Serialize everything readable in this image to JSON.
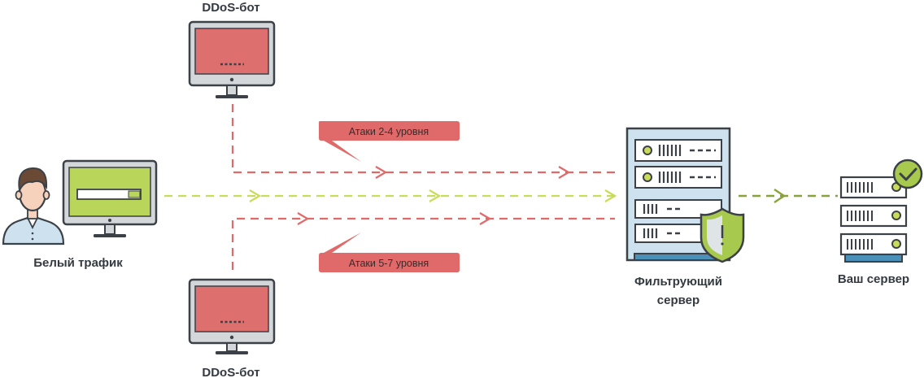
{
  "labels": {
    "bot_top": "DDoS-бот",
    "bot_bottom": "DDoS-бот",
    "white_traffic": "Белый трафик",
    "filter_line1": "Фильтрующий",
    "filter_line2": "сервер",
    "your_server": "Ваш сервер"
  },
  "bubbles": {
    "top": "Атаки 2-4 уровня",
    "bottom": "Атаки 5-7 уровня"
  },
  "colors": {
    "attack": "#e06a6a",
    "clean": "#c9dc5a",
    "clean_dark": "#8aa23a",
    "screen_red": "#de6f6f",
    "screen_green": "#b9d55a",
    "monitor_body": "#d3d7da",
    "server_body": "#cde2ee",
    "server_dark": "#414a52",
    "shield": "#a6c94e",
    "check": "#a6c94e",
    "blue_base": "#4b90b8"
  },
  "icons": {
    "ddos_bot": "monitor-icon",
    "user": "user-avatar-icon",
    "filter": "server-rack-icon",
    "shield": "shield-icon",
    "check": "checkmark-icon"
  }
}
